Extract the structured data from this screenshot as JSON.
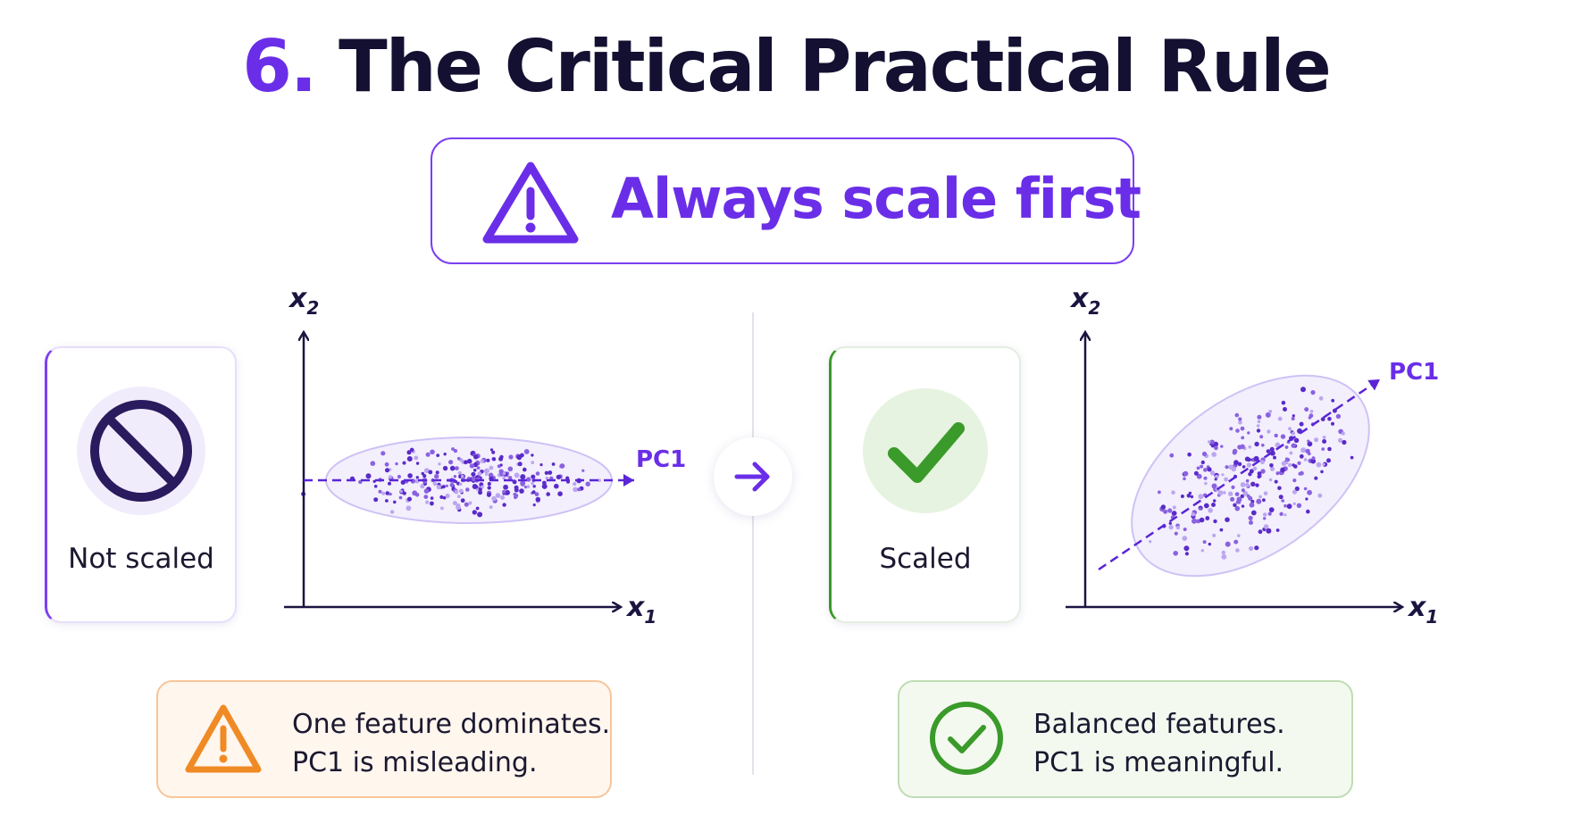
{
  "title": {
    "number": "6.",
    "text": "The Critical Practical Rule"
  },
  "banner": {
    "text": "Always scale first",
    "icon": "warning-triangle-icon"
  },
  "left_panel": {
    "status_label": "Not scaled",
    "status_icon": "prohibited-icon",
    "y_axis_label": "x",
    "y_axis_sub": "2",
    "x_axis_label": "x",
    "x_axis_sub": "1",
    "pc_label": "PC1",
    "note": {
      "line1": "One feature dominates.",
      "line2": "PC1 is misleading.",
      "icon": "warning-triangle-icon"
    }
  },
  "right_panel": {
    "status_label": "Scaled",
    "status_icon": "checkmark-icon",
    "y_axis_label": "x",
    "y_axis_sub": "2",
    "x_axis_label": "x",
    "x_axis_sub": "1",
    "pc_label": "PC1",
    "note": {
      "line1": "Balanced features.",
      "line2": "PC1 is meaningful.",
      "icon": "check-circle-icon"
    }
  },
  "transition_icon": "arrow-right-icon",
  "colors": {
    "accent_purple": "#6a2ee8",
    "dark_text": "#141032",
    "warning_orange": "#f08a24",
    "success_green": "#3a9a2a"
  }
}
